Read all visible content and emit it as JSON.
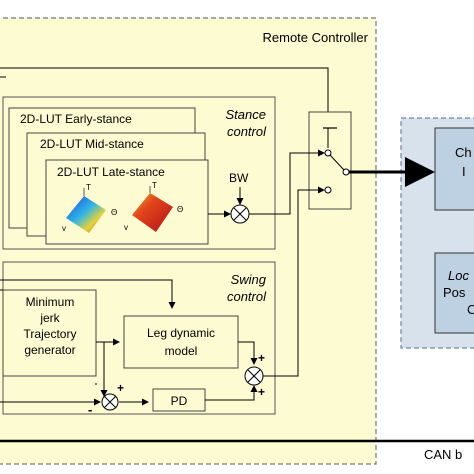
{
  "remote_controller": {
    "title": "Remote Controller"
  },
  "stance": {
    "title_line1": "Stance",
    "title_line2": "control",
    "lut_early": "2D-LUT Early-stance",
    "lut_mid": "2D-LUT Mid-stance",
    "lut_late": "2D-LUT Late-stance",
    "plot_labels": {
      "t": "T",
      "theta": "Θ",
      "v": "v"
    },
    "bw": "BW"
  },
  "swing": {
    "title_line1": "Swing",
    "title_line2": "control",
    "minjerk_line1": "Minimum",
    "minjerk_line2": "jerk",
    "minjerk_line3": "Trajectory",
    "minjerk_line4": "generator",
    "legdyn_line1": "Leg dynamic",
    "legdyn_line2": "model",
    "pd": "PD",
    "signs": {
      "plus": "+",
      "minus": "-"
    }
  },
  "right_panel": {
    "ch_line1": "Ch",
    "ch_line2": "I",
    "loc_line1": "Loc",
    "loc_line2": "Pos",
    "loc_line3": "C"
  },
  "can_bus": "CAN b",
  "colors": {
    "panel_fill": "#fdfbd2",
    "right_panel_fill": "#d7e2ec",
    "right_box_fill": "#bdd1e3"
  }
}
